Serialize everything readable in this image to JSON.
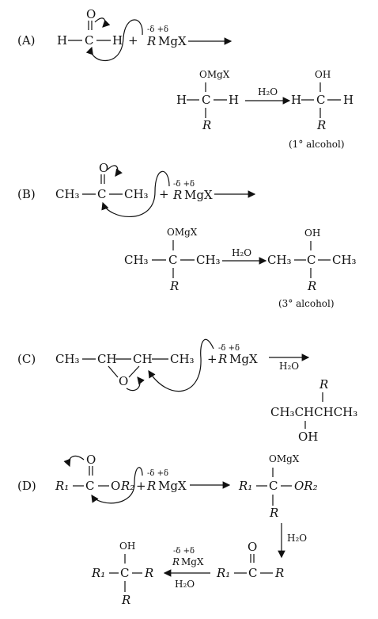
{
  "labels": {
    "A": "(A)",
    "B": "(B)",
    "C": "(C)",
    "D": "(D)"
  },
  "text": {
    "h": "H",
    "c": "C",
    "o": "O",
    "r": "R",
    "oh": "OH",
    "omgx": "OMgX",
    "mgx": "MgX",
    "delta_minus_plus": "-δ +δ",
    "h2o": "H₂O",
    "ch3": "CH₃",
    "ch": "CH",
    "r1": "R₁",
    "or2": "OR₂",
    "primary_alcohol": "(1° alcohol)",
    "tertiary_alcohol": "(3° alcohol)",
    "product_c": "CH₃CHCHCH₃"
  }
}
